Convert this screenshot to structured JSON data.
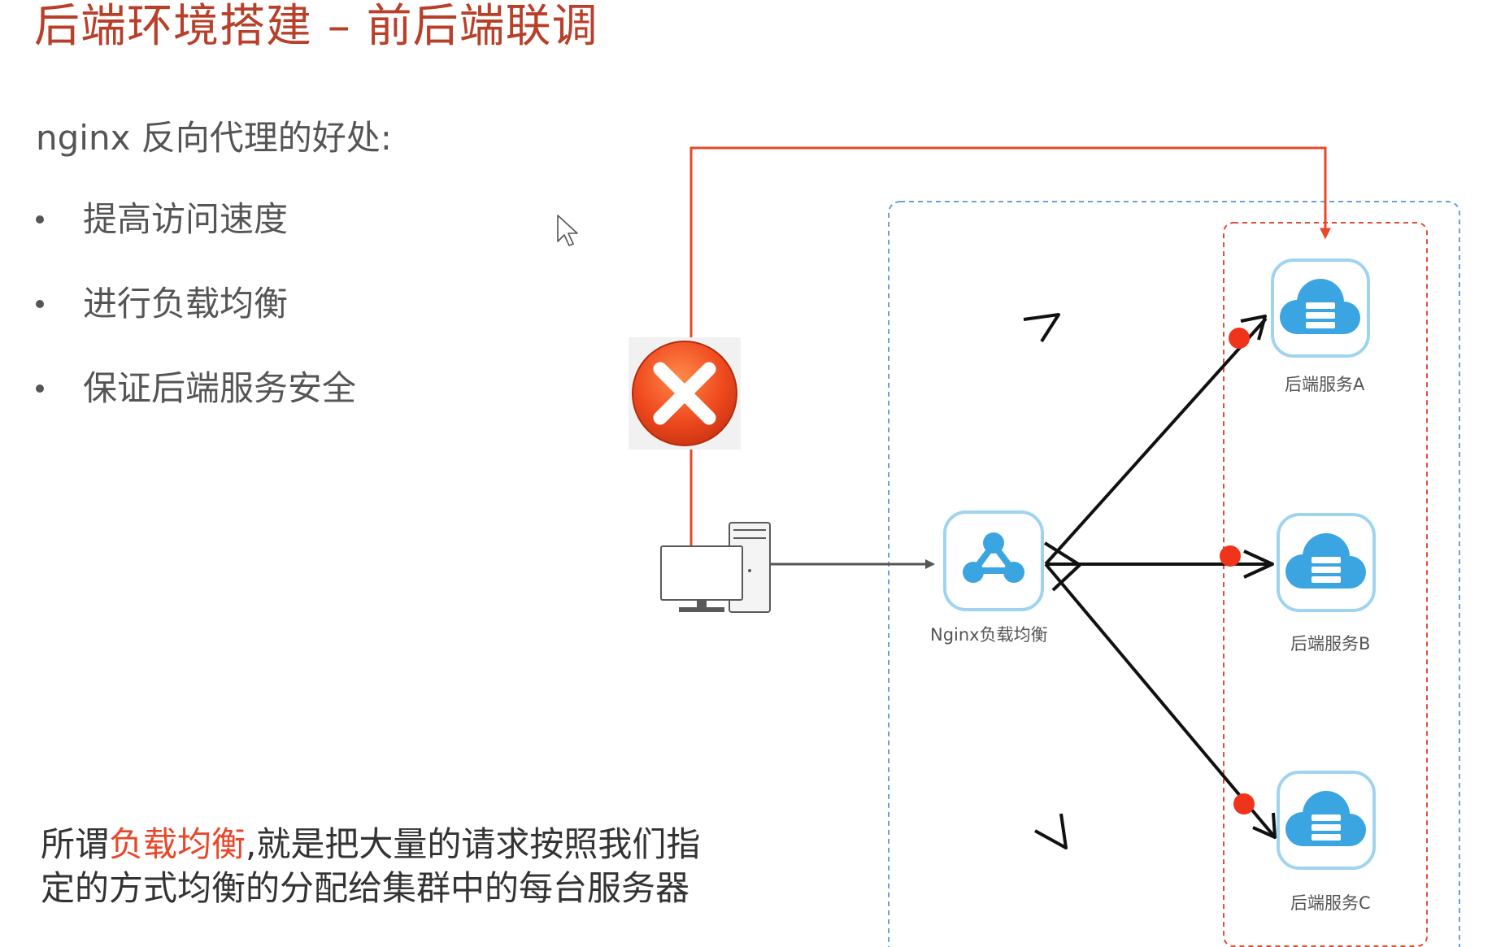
{
  "slide": {
    "title": "后端环境搭建 – 前后端联调",
    "intro": "nginx 反向代理的好处:",
    "bullets": [
      "提高访问速度",
      "进行负载均衡",
      "保证后端服务安全"
    ],
    "footer": {
      "line1_prefix": "所谓",
      "line1_highlight": "负载均衡",
      "line1_suffix": ",就是把大量的请求按照我们指",
      "line2": "定的方式均衡的分配给集群中的每台服务器"
    }
  },
  "diagram": {
    "nginx_label": "Nginx负载均衡",
    "server_labels": [
      "后端服务A",
      "后端服务B",
      "后端服务C"
    ],
    "icons": {
      "client": "client-computer-icon",
      "blocked": "blocked-x-icon",
      "nginx": "load-balancer-icon",
      "server": "cloud-server-icon"
    }
  },
  "colors": {
    "title": "#b8402a",
    "highlight": "#e8472a",
    "blocked_path": "#e8472a",
    "icon_blue": "#3aa5e0",
    "icon_border": "#9fd4f0",
    "outer_boundary": "#6a9fd8",
    "inner_boundary": "#e0503a"
  }
}
